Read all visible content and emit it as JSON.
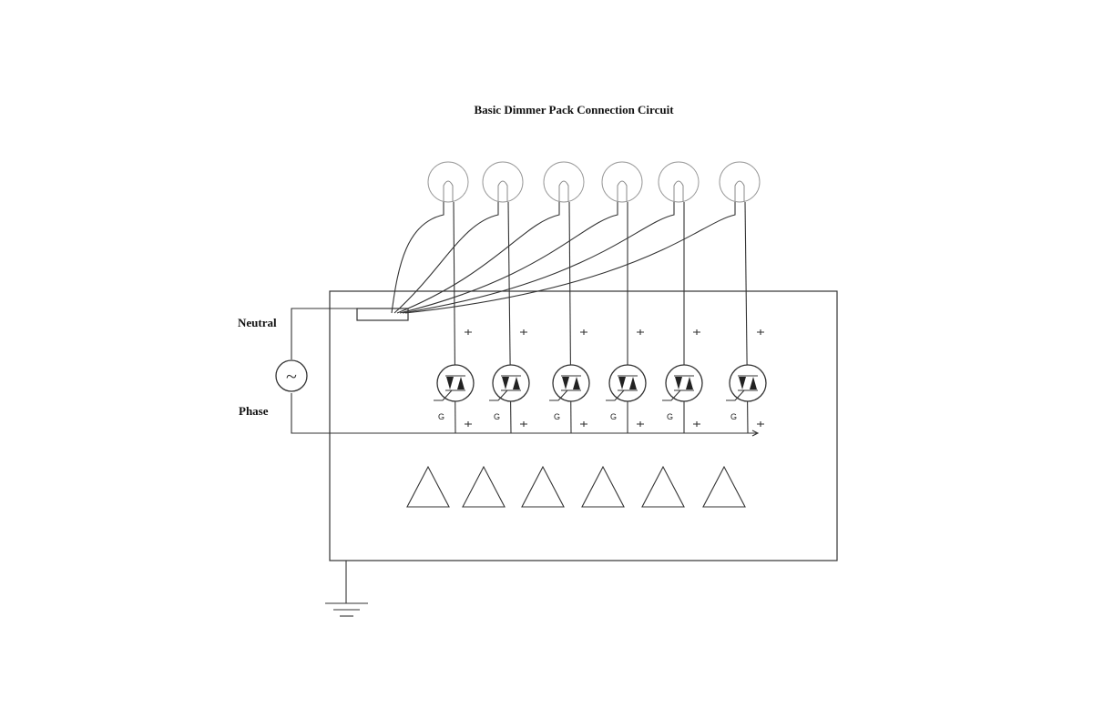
{
  "diagram": {
    "title": "Basic Dimmer Pack Connection Circuit",
    "labels": {
      "neutral": "Neutral",
      "phase": "Phase",
      "gate": "G"
    },
    "source_symbol": "~",
    "channel_count": 6,
    "icons": [
      "lamp-icon",
      "triac-icon",
      "ac-source-icon",
      "ground-icon",
      "triangle-icon"
    ],
    "colors": {
      "line": "#333333",
      "lamp_outline": "#999999",
      "background": "#ffffff"
    }
  }
}
